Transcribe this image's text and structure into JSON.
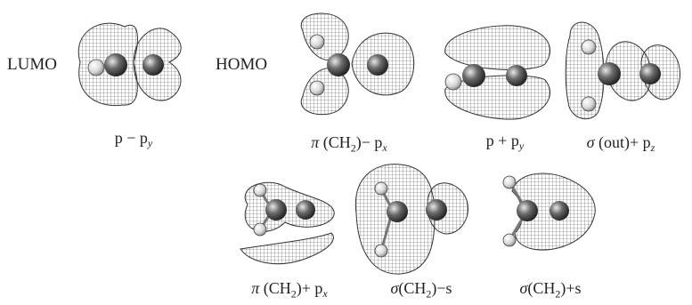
{
  "colors": {
    "grid": "#4d4d4d",
    "carbon": "#4a4a4a",
    "hydrogen": "#d9d9d9"
  },
  "labels": {
    "lumo": "LUMO",
    "homo": "HOMO"
  },
  "orbitals": [
    {
      "id": "p-py",
      "caption_a": "p − p",
      "caption_sub": "y",
      "caption_b": ""
    },
    {
      "id": "pi-ch2-px",
      "greek": "π",
      "caption_a": " (CH",
      "caption_sub2": "2",
      "caption_b": ")− p",
      "caption_sub": "x"
    },
    {
      "id": "p-plus-py",
      "caption_a": "p + p",
      "caption_sub": "y",
      "caption_b": ""
    },
    {
      "id": "sigma-out-pz",
      "greek": "σ",
      "caption_a": " (out)+ p",
      "caption_sub": "z",
      "caption_b": ""
    },
    {
      "id": "pi-ch2-plus-px",
      "greek": "π",
      "caption_a": " (CH",
      "caption_sub2": "2",
      "caption_b": ")+ p",
      "caption_sub": "x"
    },
    {
      "id": "sigma-ch2-minus-s",
      "greek": "σ",
      "caption_a": "(CH",
      "caption_sub2": "2",
      "caption_b": ")−s"
    },
    {
      "id": "sigma-ch2-plus-s",
      "greek": "σ",
      "caption_a": "(CH",
      "caption_sub2": "2",
      "caption_b": ")+s"
    }
  ]
}
